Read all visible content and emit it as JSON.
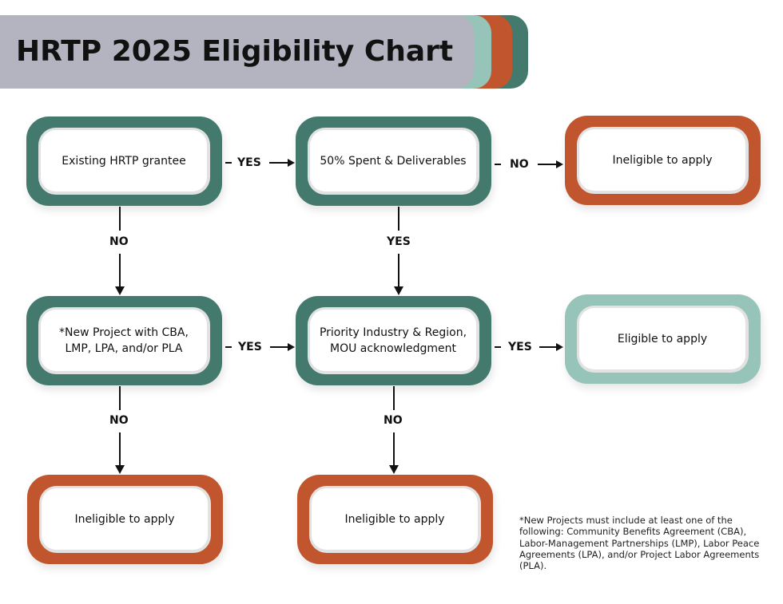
{
  "header": {
    "title": "HRTP 2025 Eligibility Chart",
    "colors": {
      "bar_gray": "#b4b4c0",
      "bar_light_teal": "#97c4b8",
      "bar_orange": "#c0552e",
      "bar_dark_teal": "#447a6e"
    }
  },
  "colors": {
    "decision": "#447a6e",
    "ineligible": "#c0552e",
    "eligible": "#97c4b8",
    "connector": "#111111"
  },
  "nodes": [
    {
      "id": "existing-grantee",
      "label": "Existing HRTP grantee",
      "type": "decision"
    },
    {
      "id": "spent-deliverables",
      "label": "50% Spent & Deliverables",
      "type": "decision"
    },
    {
      "id": "ineligible-top",
      "label": "Ineligible to apply",
      "type": "ineligible"
    },
    {
      "id": "new-project",
      "label": "*New Project with CBA, LMP, LPA, and/or PLA",
      "type": "decision"
    },
    {
      "id": "priority-industry",
      "label": "Priority Industry & Region, MOU acknowledgment",
      "type": "decision"
    },
    {
      "id": "eligible",
      "label": "Eligible to apply",
      "type": "eligible"
    },
    {
      "id": "ineligible-bottom-left",
      "label": "Ineligible to apply",
      "type": "ineligible"
    },
    {
      "id": "ineligible-bottom-middle",
      "label": "Ineligible to apply",
      "type": "ineligible"
    }
  ],
  "edges": [
    {
      "from": "existing-grantee",
      "to": "spent-deliverables",
      "label": "YES"
    },
    {
      "from": "spent-deliverables",
      "to": "ineligible-top",
      "label": "NO"
    },
    {
      "from": "existing-grantee",
      "to": "new-project",
      "label": "NO"
    },
    {
      "from": "spent-deliverables",
      "to": "priority-industry",
      "label": "YES"
    },
    {
      "from": "new-project",
      "to": "priority-industry",
      "label": "YES"
    },
    {
      "from": "priority-industry",
      "to": "eligible",
      "label": "YES"
    },
    {
      "from": "new-project",
      "to": "ineligible-bottom-left",
      "label": "NO"
    },
    {
      "from": "priority-industry",
      "to": "ineligible-bottom-middle",
      "label": "NO"
    }
  ],
  "footnote": "*New Projects must include at least one of the following: Community Benefits Agreement (CBA), Labor-Management Partnerships (LMP), Labor Peace Agreements (LPA), and/or Project Labor Agreements (PLA)."
}
